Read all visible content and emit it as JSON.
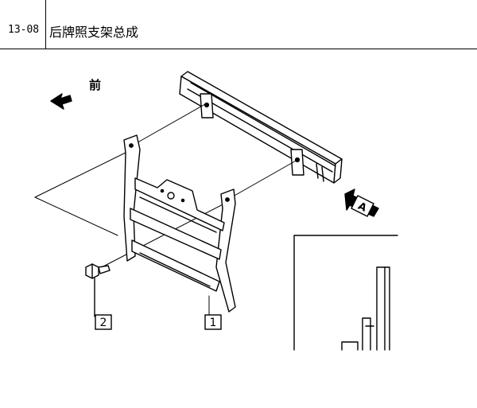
{
  "header": {
    "code": "13-08",
    "title": "后牌照支架总成"
  },
  "diagram": {
    "front_label": "前",
    "view_label": "A",
    "callouts": [
      {
        "id": "1",
        "label": "1"
      },
      {
        "id": "2",
        "label": "2"
      }
    ]
  }
}
